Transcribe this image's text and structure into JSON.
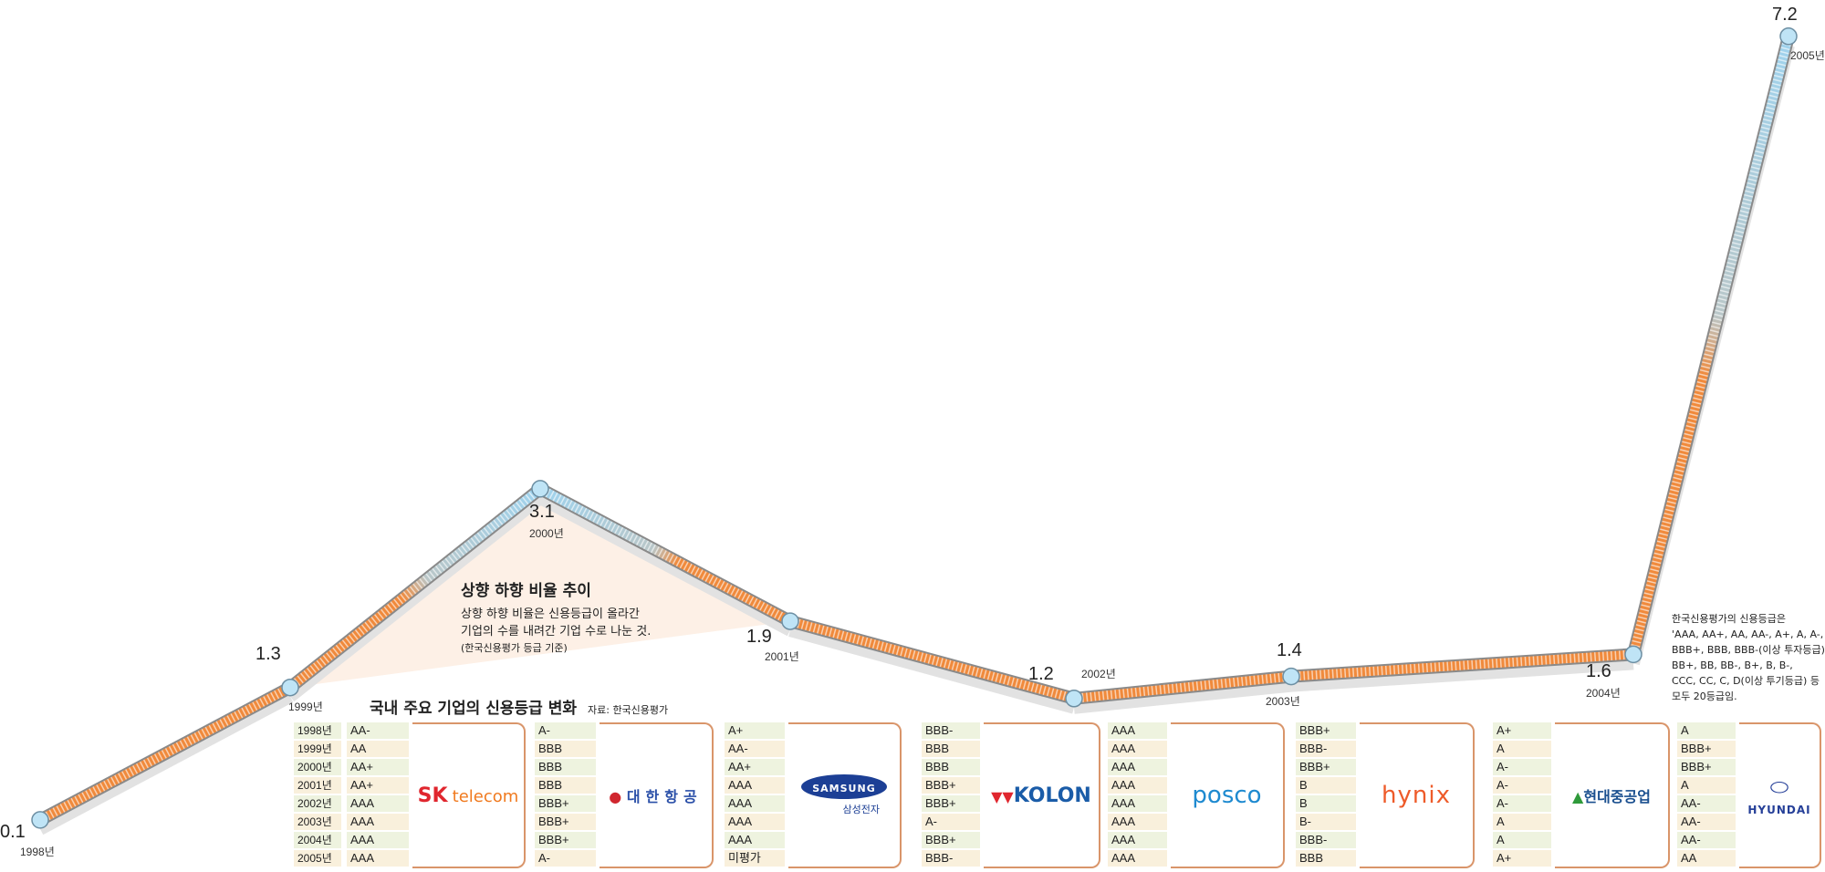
{
  "chart_data": {
    "type": "line",
    "title": "상향 하향 비율 추이",
    "description": [
      "상향 하향 비율은 신용등급이 올라간",
      "기업의 수를 내려간 기업 수로 나눈 것."
    ],
    "basis": "(한국신용평가 등급 기준)",
    "categories": [
      "1998년",
      "1999년",
      "2000년",
      "2001년",
      "2002년",
      "2003년",
      "2004년",
      "2005년"
    ],
    "values": [
      0.1,
      1.3,
      3.1,
      1.9,
      1.2,
      1.4,
      1.6,
      7.2
    ],
    "value_labels": [
      "0.1",
      "1.3",
      "3.1",
      "1.9",
      "1.2",
      "1.4",
      "1.6",
      "7.2"
    ],
    "colors": {
      "line": "#f08a3c",
      "peak": "#9fd3ee",
      "outline": "#8a8a8a"
    }
  },
  "ratings": {
    "title": "국내 주요 기업의 신용등급 변화",
    "source": "자료: 한국신용평가",
    "years": [
      "1998년",
      "1999년",
      "2000년",
      "2001년",
      "2002년",
      "2003년",
      "2004년",
      "2005년"
    ],
    "companies": [
      {
        "name": "SK telecom",
        "logo": [
          "SK",
          "telecom"
        ],
        "grades": [
          "AA-",
          "AA",
          "AA+",
          "AA+",
          "AAA",
          "AAA",
          "AAA",
          "AAA"
        ]
      },
      {
        "name": "대한항공",
        "logo": [
          "대 한 항 공"
        ],
        "grades": [
          "A-",
          "BBB",
          "BBB",
          "BBB",
          "BBB+",
          "BBB+",
          "BBB+",
          "A-"
        ]
      },
      {
        "name": "삼성전자",
        "logo": [
          "SAMSUNG",
          "삼성전자"
        ],
        "grades": [
          "A+",
          "AA-",
          "AA+",
          "AAA",
          "AAA",
          "AAA",
          "AAA",
          "미평가"
        ]
      },
      {
        "name": "KOLON",
        "logo": [
          "KOLON"
        ],
        "grades": [
          "BBB-",
          "BBB",
          "BBB",
          "BBB+",
          "BBB+",
          "A-",
          "BBB+",
          "BBB-"
        ]
      },
      {
        "name": "posco",
        "logo": [
          "posco"
        ],
        "grades": [
          "AAA",
          "AAA",
          "AAA",
          "AAA",
          "AAA",
          "AAA",
          "AAA",
          "AAA"
        ]
      },
      {
        "name": "hynix",
        "logo": [
          "hynix"
        ],
        "grades": [
          "BBB+",
          "BBB-",
          "BBB+",
          "B",
          "B",
          "B-",
          "BBB-",
          "BBB"
        ]
      },
      {
        "name": "현대중공업",
        "logo": [
          "현대중공업"
        ],
        "grades": [
          "A+",
          "A",
          "A-",
          "A-",
          "A-",
          "A",
          "A",
          "A+"
        ]
      },
      {
        "name": "HYUNDAI",
        "logo": [
          "HYUNDAI"
        ],
        "grades": [
          "A",
          "BBB+",
          "BBB+",
          "A",
          "AA-",
          "AA-",
          "AA-",
          "AA"
        ]
      }
    ]
  },
  "grade_note": [
    "한국신용평가의 신용등급은",
    "'AAA, AA+, AA, AA-, A+, A, A-,",
    "BBB+, BBB, BBB-(이상 투자등급),",
    "BB+, BB, BB-, B+, B, B-,",
    "CCC, CC, C, D(이상 투기등급) 등",
    "모두 20등급임."
  ]
}
